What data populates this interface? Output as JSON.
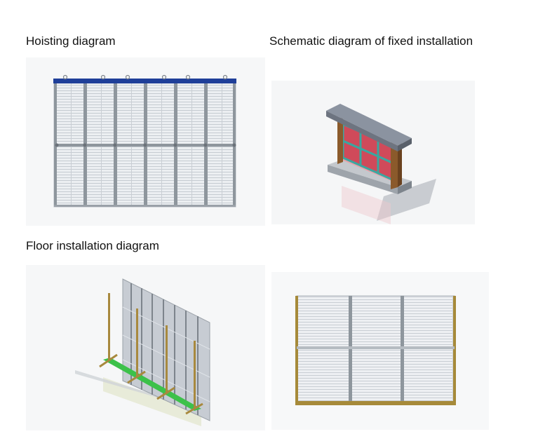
{
  "captions": {
    "hoisting": "Hoisting diagram",
    "fixed": "Schematic diagram of fixed installation",
    "floor": "Floor installation diagram"
  },
  "colors": {
    "panel_grid": "#c5cbd1",
    "frame_bar": "#8e969d",
    "hoist_beam": "#1f3f99",
    "red_module": "#d04a5a",
    "teal_frame": "#3aa7a0",
    "wood": "#8b5a2b",
    "roof": "#8b93a0",
    "stand_pole": "#a8893e",
    "stand_base": "#3cc14a",
    "frame_gold": "#a68a3a"
  }
}
